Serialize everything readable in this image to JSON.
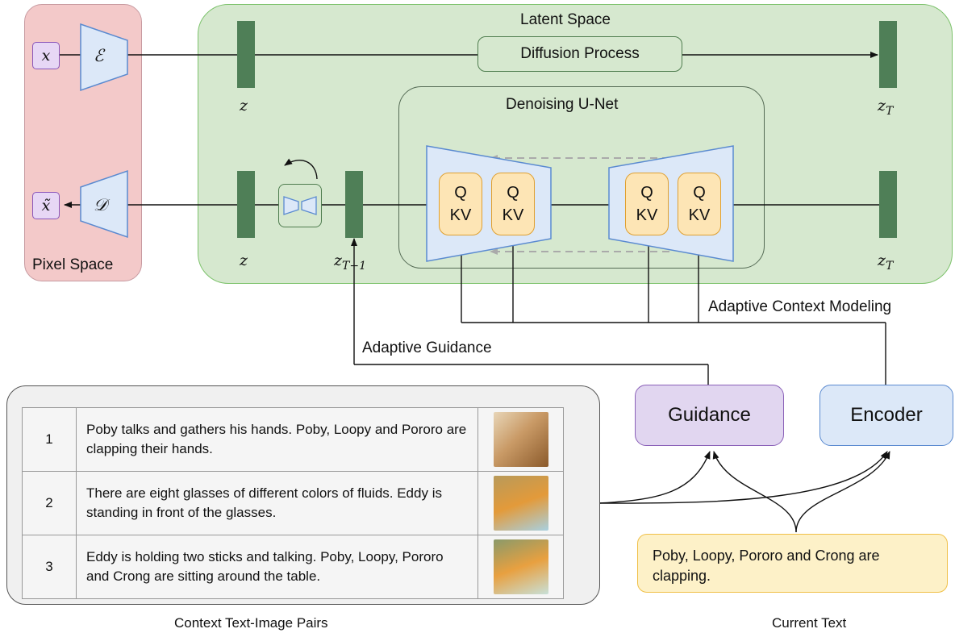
{
  "regions": {
    "pixel_space": "Pixel Space",
    "latent_space": "Latent Space",
    "denoising_unet": "Denoising U-Net",
    "diffusion_process": "Diffusion Process"
  },
  "symbols": {
    "x": "x",
    "x_tilde": "x̃",
    "encoder": "ℰ",
    "decoder": "𝒟",
    "z": "z",
    "z_T_base": "z",
    "z_T_sub": "T",
    "z_T1_base": "z",
    "z_T1_sub": "T−1"
  },
  "attention_blocks": [
    {
      "q": "Q",
      "kv": "KV"
    },
    {
      "q": "Q",
      "kv": "KV"
    },
    {
      "q": "Q",
      "kv": "KV"
    },
    {
      "q": "Q",
      "kv": "KV"
    }
  ],
  "labels": {
    "adaptive_context_modeling": "Adaptive Context Modeling",
    "adaptive_guidance": "Adaptive Guidance",
    "guidance": "Guidance",
    "encoder": "Encoder",
    "context_caption": "Context  Text-Image Pairs",
    "current_caption": "Current Text"
  },
  "context_pairs": [
    {
      "index": "1",
      "text": "Poby talks and gathers his hands. Poby, Loopy and Pororo are clapping their hands."
    },
    {
      "index": "2",
      "text": "There are eight glasses of different colors of fluids. Eddy is standing in front of the glasses."
    },
    {
      "index": "3",
      "text": "Eddy is holding two sticks and talking. Poby, Loopy, Pororo and Crong are sitting around the table."
    }
  ],
  "current_text": "Poby, Loopy, Pororo and Crong are clapping."
}
